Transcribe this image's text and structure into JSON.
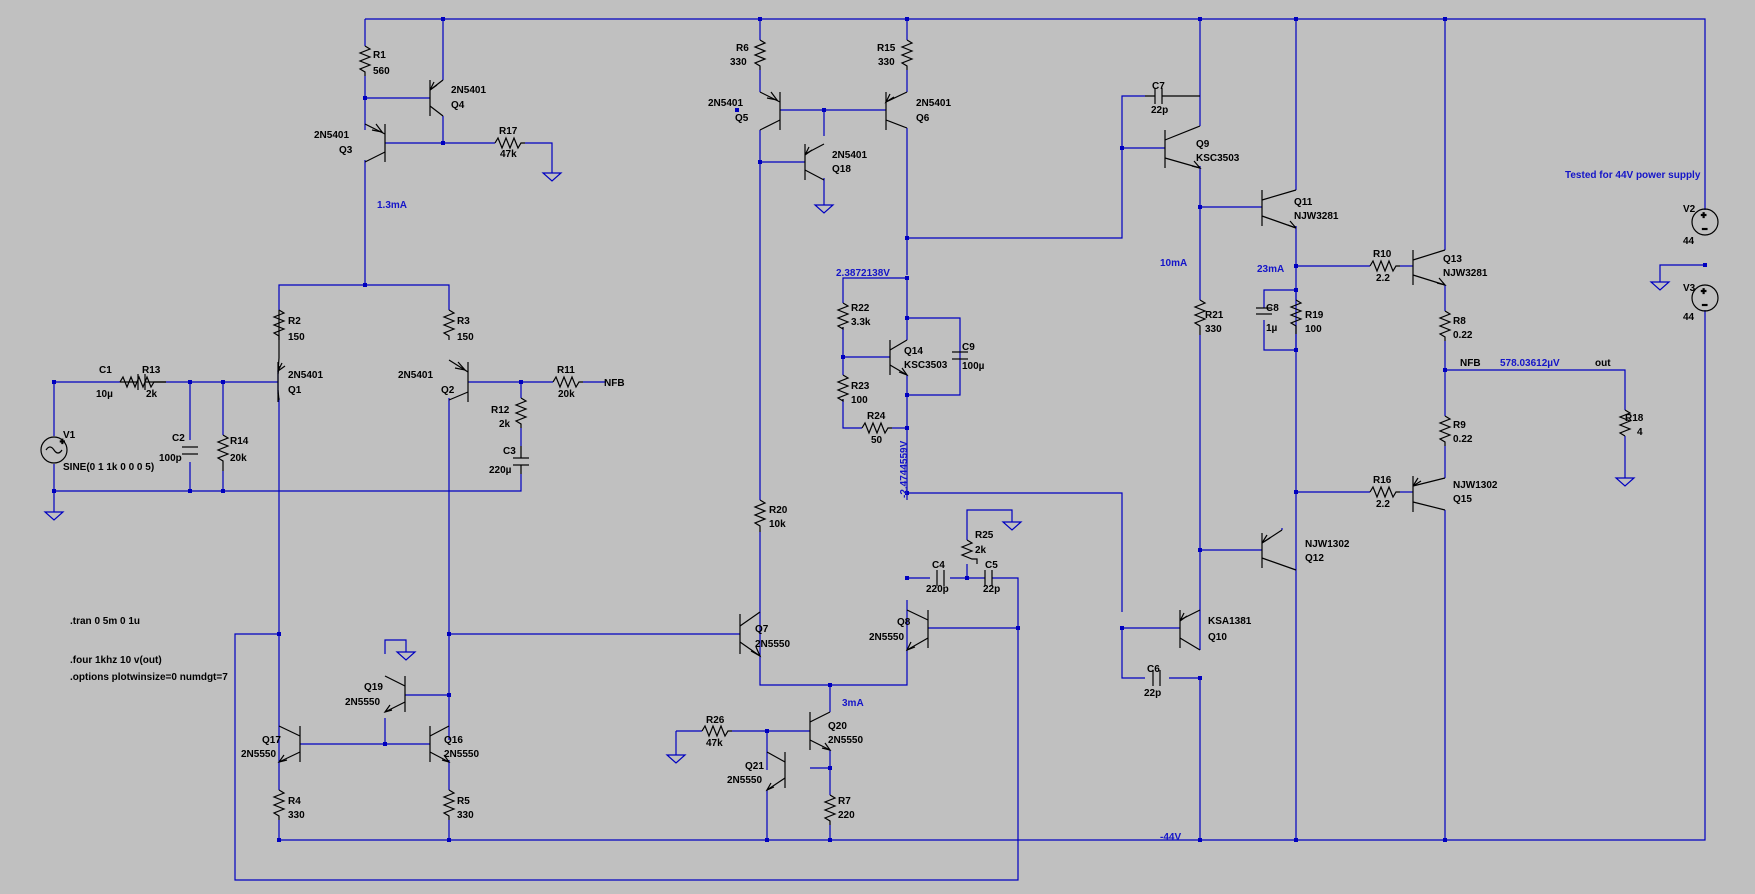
{
  "components": {
    "R1": {
      "name": "R1",
      "value": "560"
    },
    "R2": {
      "name": "R2",
      "value": "150"
    },
    "R3": {
      "name": "R3",
      "value": "150"
    },
    "R4": {
      "name": "R4",
      "value": "330"
    },
    "R5": {
      "name": "R5",
      "value": "330"
    },
    "R6": {
      "name": "R6",
      "value": "330"
    },
    "R7": {
      "name": "R7",
      "value": "220"
    },
    "R8": {
      "name": "R8",
      "value": "0.22"
    },
    "R9": {
      "name": "R9",
      "value": "0.22"
    },
    "R10": {
      "name": "R10",
      "value": "2.2"
    },
    "R11": {
      "name": "R11",
      "value": "20k"
    },
    "R12": {
      "name": "R12",
      "value": "2k"
    },
    "R13": {
      "name": "R13",
      "value": "2k"
    },
    "R14": {
      "name": "R14",
      "value": "20k"
    },
    "R15": {
      "name": "R15",
      "value": "330"
    },
    "R16": {
      "name": "R16",
      "value": "2.2"
    },
    "R17": {
      "name": "R17",
      "value": "47k"
    },
    "R18": {
      "name": "R18",
      "value": "4"
    },
    "R19": {
      "name": "R19",
      "value": "100"
    },
    "R20": {
      "name": "R20",
      "value": "10k"
    },
    "R21": {
      "name": "R21",
      "value": "330"
    },
    "R22": {
      "name": "R22",
      "value": "3.3k"
    },
    "R23": {
      "name": "R23",
      "value": "100"
    },
    "R24": {
      "name": "R24",
      "value": "50"
    },
    "R25": {
      "name": "R25",
      "value": "2k"
    },
    "R26": {
      "name": "R26",
      "value": "47k"
    },
    "C1": {
      "name": "C1",
      "value": "10µ"
    },
    "C2": {
      "name": "C2",
      "value": "100p"
    },
    "C3": {
      "name": "C3",
      "value": "220µ"
    },
    "C4": {
      "name": "C4",
      "value": "220p"
    },
    "C5": {
      "name": "C5",
      "value": "22p"
    },
    "C6": {
      "name": "C6",
      "value": "22p"
    },
    "C7": {
      "name": "C7",
      "value": "22p"
    },
    "C8": {
      "name": "C8",
      "value": "1µ"
    },
    "C9": {
      "name": "C9",
      "value": "100µ"
    },
    "Q1": {
      "name": "Q1",
      "model": "2N5401"
    },
    "Q2": {
      "name": "Q2",
      "model": "2N5401"
    },
    "Q3": {
      "name": "Q3",
      "model": "2N5401"
    },
    "Q4": {
      "name": "Q4",
      "model": "2N5401"
    },
    "Q5": {
      "name": "Q5",
      "model": "2N5401"
    },
    "Q6": {
      "name": "Q6",
      "model": "2N5401"
    },
    "Q7": {
      "name": "Q7",
      "model": "2N5550"
    },
    "Q8": {
      "name": "Q8",
      "model": "2N5550"
    },
    "Q9": {
      "name": "Q9",
      "model": "KSC3503"
    },
    "Q10": {
      "name": "Q10",
      "model": "KSA1381"
    },
    "Q11": {
      "name": "Q11",
      "model": "NJW3281"
    },
    "Q12": {
      "name": "Q12",
      "model": "NJW1302"
    },
    "Q13": {
      "name": "Q13",
      "model": "NJW3281"
    },
    "Q14": {
      "name": "Q14",
      "model": "KSC3503"
    },
    "Q15": {
      "name": "Q15",
      "model": "NJW1302"
    },
    "Q16": {
      "name": "Q16",
      "model": "2N5550"
    },
    "Q17": {
      "name": "Q17",
      "model": "2N5550"
    },
    "Q18": {
      "name": "Q18",
      "model": "2N5401"
    },
    "Q19": {
      "name": "Q19",
      "model": "2N5550"
    },
    "Q20": {
      "name": "Q20",
      "model": "2N5550"
    },
    "Q21": {
      "name": "Q21",
      "model": "2N5550"
    },
    "V1": {
      "name": "V1",
      "value": "SINE(0 1 1k 0 0 0 5)"
    },
    "V2": {
      "name": "V2",
      "value": "44"
    },
    "V3": {
      "name": "V3",
      "value": "44"
    }
  },
  "annotations": {
    "current_1": "1.3mA",
    "current_2": "3mA",
    "current_3": "10mA",
    "current_4": "23mA",
    "voltage_1": "2.3872138V",
    "voltage_2": "-2.4744559V",
    "voltage_out": "578.03612µV",
    "rail_neg": "-44V",
    "supply_note": "Tested for 44V power supply"
  },
  "net_labels": {
    "nfb_1": "NFB",
    "nfb_2": "NFB",
    "out": "out"
  },
  "directives": {
    "tran": ".tran 0 5m 0 1u",
    "four": ".four 1khz 10 v(out)",
    "options": ".options plotwinsize=0 numdgt=7"
  },
  "colors": {
    "background": "#c0c0c0",
    "wire": "#0000c0",
    "component": "#000000",
    "annotation": "#1414c8"
  }
}
